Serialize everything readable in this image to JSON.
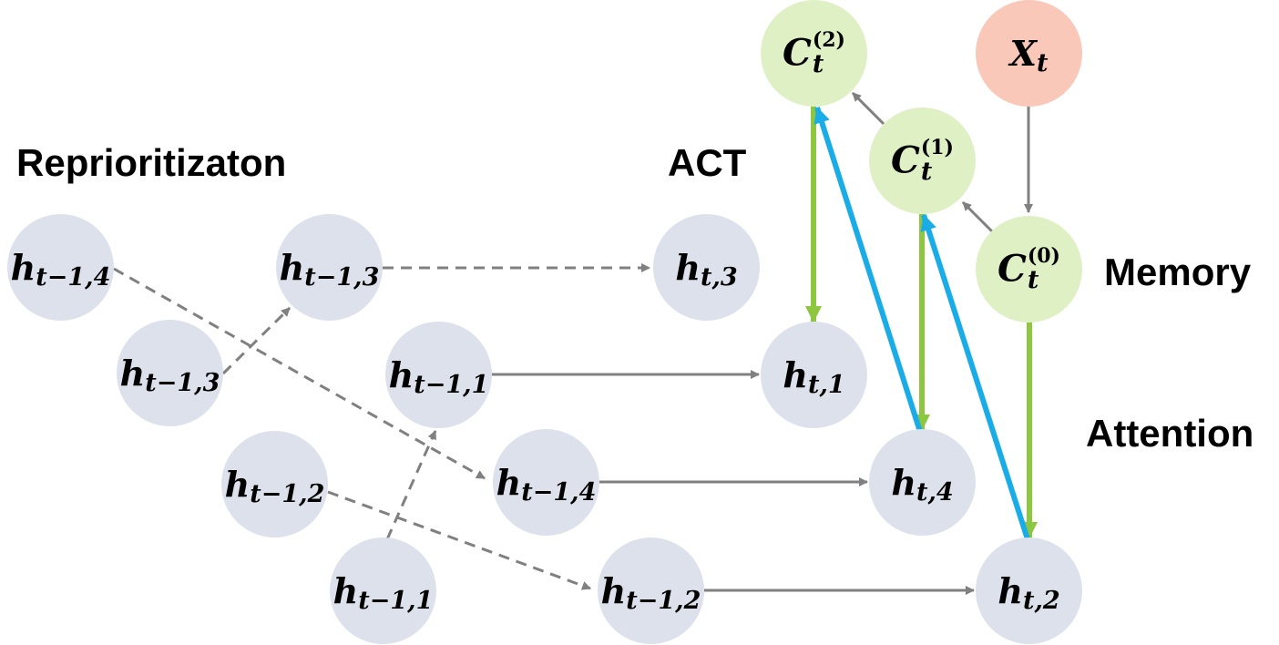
{
  "labels": {
    "reprioritization": "Reprioritizaton",
    "act": "ACT",
    "memory": "Memory",
    "attention": "Attention"
  },
  "nodes": {
    "prev_h4": {
      "base": "h",
      "sub": "t−1,4"
    },
    "prev_h3": {
      "base": "h",
      "sub": "t−1,3"
    },
    "prev_h2": {
      "base": "h",
      "sub": "t−1,2"
    },
    "prev_h1": {
      "base": "h",
      "sub": "t−1,1"
    },
    "mid_h3": {
      "base": "h",
      "sub": "t−1,3"
    },
    "mid_h1": {
      "base": "h",
      "sub": "t−1,1"
    },
    "mid_h4": {
      "base": "h",
      "sub": "t−1,4"
    },
    "mid_h2": {
      "base": "h",
      "sub": "t−1,2"
    },
    "cur_h3": {
      "base": "h",
      "sub": "t,3"
    },
    "cur_h1": {
      "base": "h",
      "sub": "t,1"
    },
    "cur_h4": {
      "base": "h",
      "sub": "t,4"
    },
    "cur_h2": {
      "base": "h",
      "sub": "t,2"
    },
    "mem_c0": {
      "base": "C",
      "sup": "(0)",
      "sub": "t"
    },
    "mem_c1": {
      "base": "C",
      "sup": "(1)",
      "sub": "t"
    },
    "mem_c2": {
      "base": "C",
      "sup": "(2)",
      "sub": "t"
    },
    "input_x": {
      "base": "X",
      "sub": "t"
    }
  },
  "colors": {
    "hidden_node": "#dce1ec",
    "memory_node": "#dff0c4",
    "input_node": "#f9c8b8",
    "gray_arrow": "#808080",
    "green_arrow": "#8dc63f",
    "blue_arrow": "#1aace6"
  }
}
